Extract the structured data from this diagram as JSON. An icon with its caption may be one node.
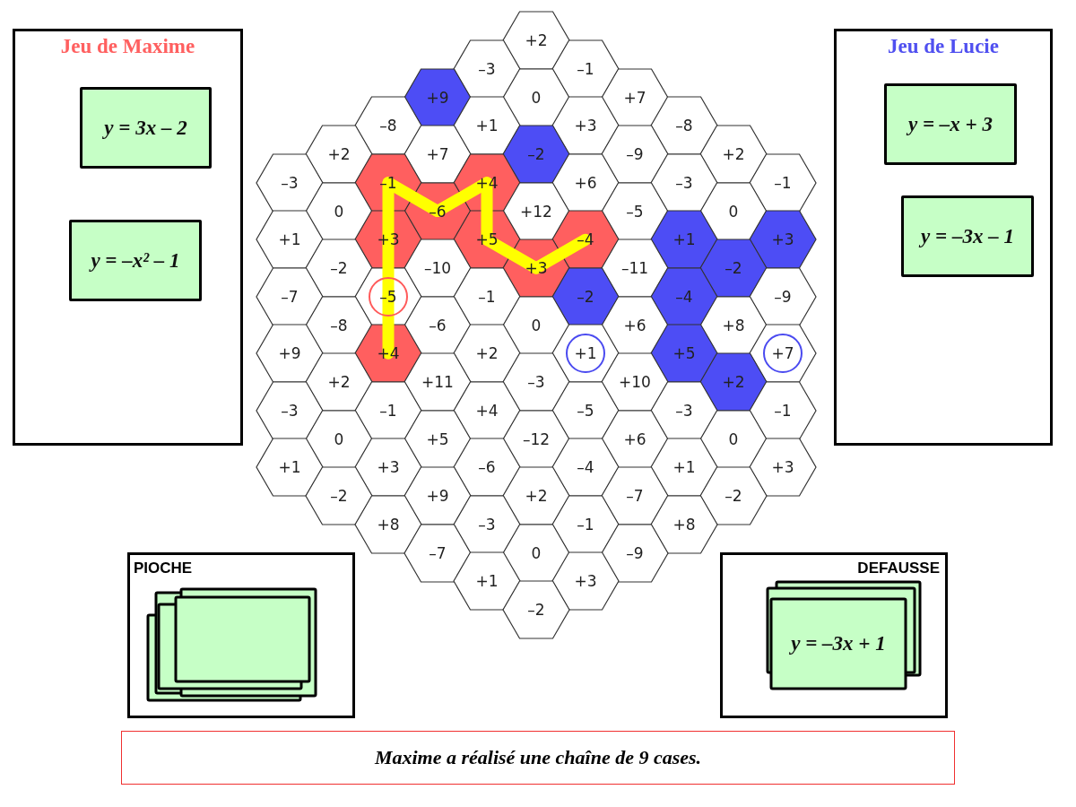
{
  "diagram": {
    "nodes": [
      {
        "text": [
          "Jeu de Maxime"
        ]
      },
      {
        "text": [
          "y = 3x – 2"
        ],
        "in": 0
      },
      {
        "text": [
          "y = –x² – 1"
        ],
        "in": 0
      },
      {
        "text": [
          "Jeu de Lucie"
        ]
      },
      {
        "text": [
          "y = –x + 3"
        ],
        "in": 3
      },
      {
        "text": [
          "y = –3x – 1"
        ],
        "in": 3
      },
      {
        "text": [
          "+2"
        ]
      },
      {
        "text": [
          "–3"
        ]
      },
      {
        "text": [
          "–1"
        ]
      },
      {
        "text": [
          "+9"
        ]
      },
      {
        "text": [
          "0"
        ]
      },
      {
        "text": [
          "+7"
        ]
      },
      {
        "text": [
          "–8"
        ]
      },
      {
        "text": [
          "+1"
        ]
      },
      {
        "text": [
          "+3"
        ]
      },
      {
        "text": [
          "–8"
        ]
      },
      {
        "text": [
          "+2"
        ]
      },
      {
        "text": [
          "+7"
        ]
      },
      {
        "text": [
          "–2"
        ]
      },
      {
        "text": [
          "–9"
        ]
      },
      {
        "text": [
          "+2"
        ]
      },
      {
        "text": [
          "–3"
        ]
      },
      {
        "text": [
          "–1"
        ]
      },
      {
        "text": [
          "+4"
        ]
      },
      {
        "text": [
          "+6"
        ]
      },
      {
        "text": [
          "–3"
        ]
      },
      {
        "text": [
          "–1"
        ]
      },
      {
        "text": [
          "0"
        ]
      },
      {
        "text": [
          "–6"
        ]
      },
      {
        "text": [
          "+12"
        ]
      },
      {
        "text": [
          "–5"
        ]
      },
      {
        "text": [
          "0"
        ]
      },
      {
        "text": [
          "+1"
        ]
      },
      {
        "text": [
          "+3"
        ]
      },
      {
        "text": [
          "+5"
        ]
      },
      {
        "text": [
          "–4"
        ]
      },
      {
        "text": [
          "+1"
        ]
      },
      {
        "text": [
          "+3"
        ]
      },
      {
        "text": [
          "–2"
        ]
      },
      {
        "text": [
          "–10"
        ]
      },
      {
        "text": [
          "+3"
        ]
      },
      {
        "text": [
          "–11"
        ]
      },
      {
        "text": [
          "–2"
        ]
      },
      {
        "text": [
          "–7"
        ]
      },
      {
        "text": [
          "–5"
        ]
      },
      {
        "text": [
          "–1"
        ]
      },
      {
        "text": [
          "–2"
        ]
      },
      {
        "text": [
          "–4"
        ]
      },
      {
        "text": [
          "–9"
        ]
      },
      {
        "text": [
          "–8"
        ]
      },
      {
        "text": [
          "–6"
        ]
      },
      {
        "text": [
          "0"
        ]
      },
      {
        "text": [
          "+6"
        ]
      },
      {
        "text": [
          "+8"
        ]
      },
      {
        "text": [
          "+9"
        ]
      },
      {
        "text": [
          "+4"
        ]
      },
      {
        "text": [
          "+2"
        ]
      },
      {
        "text": [
          "+1"
        ]
      },
      {
        "text": [
          "+5"
        ]
      },
      {
        "text": [
          "+7"
        ]
      },
      {
        "text": [
          "+2"
        ]
      },
      {
        "text": [
          "+11"
        ]
      },
      {
        "text": [
          "–3"
        ]
      },
      {
        "text": [
          "+10"
        ]
      },
      {
        "text": [
          "+2"
        ]
      },
      {
        "text": [
          "–3"
        ]
      },
      {
        "text": [
          "–1"
        ]
      },
      {
        "text": [
          "+4"
        ]
      },
      {
        "text": [
          "–5"
        ]
      },
      {
        "text": [
          "–3"
        ]
      },
      {
        "text": [
          "–1"
        ]
      },
      {
        "text": [
          "0"
        ]
      },
      {
        "text": [
          "+5"
        ]
      },
      {
        "text": [
          "–12"
        ]
      },
      {
        "text": [
          "+6"
        ]
      },
      {
        "text": [
          "0"
        ]
      },
      {
        "text": [
          "+1"
        ]
      },
      {
        "text": [
          "+3"
        ]
      },
      {
        "text": [
          "–6"
        ]
      },
      {
        "text": [
          "–4"
        ]
      },
      {
        "text": [
          "+1"
        ]
      },
      {
        "text": [
          "+3"
        ]
      },
      {
        "text": [
          "–2"
        ]
      },
      {
        "text": [
          "+9"
        ]
      },
      {
        "text": [
          "+2"
        ]
      },
      {
        "text": [
          "–7"
        ]
      },
      {
        "text": [
          "–2"
        ]
      },
      {
        "text": [
          "+8"
        ]
      },
      {
        "text": [
          "–3"
        ]
      },
      {
        "text": [
          "–1"
        ]
      },
      {
        "text": [
          "+8"
        ]
      },
      {
        "text": [
          "–7"
        ]
      },
      {
        "text": [
          "0"
        ]
      },
      {
        "text": [
          "–9"
        ]
      },
      {
        "text": [
          "+1"
        ]
      },
      {
        "text": [
          "+3"
        ]
      },
      {
        "text": [
          "–2"
        ]
      },
      {
        "text": [
          "PIOCHE"
        ]
      },
      {
        "text": [],
        "shape": "box",
        "in": 97
      },
      {
        "text": [
          "DEFAUSSE"
        ]
      },
      {
        "text": [
          "y = –3x + 1"
        ],
        "in": 99
      },
      {
        "text": [
          "Maxime a réalisé une chaîne de 9 cases."
        ]
      }
    ],
    "edges": [
      {
        "from": 55,
        "to": 44,
        "arrow": "none",
        "color": "#ffff00"
      },
      {
        "from": 44,
        "to": 33,
        "arrow": "none",
        "color": "#ffff00"
      },
      {
        "from": 33,
        "to": 22,
        "arrow": "none",
        "color": "#ffff00"
      },
      {
        "from": 22,
        "to": 28,
        "arrow": "none",
        "color": "#ffff00"
      },
      {
        "from": 28,
        "to": 23,
        "arrow": "none",
        "color": "#ffff00"
      },
      {
        "from": 23,
        "to": 34,
        "arrow": "none",
        "color": "#ffff00"
      },
      {
        "from": 34,
        "to": 40,
        "arrow": "none",
        "color": "#ffff00"
      },
      {
        "from": 40,
        "to": 35,
        "arrow": "none",
        "color": "#ffff00"
      }
    ]
  }
}
